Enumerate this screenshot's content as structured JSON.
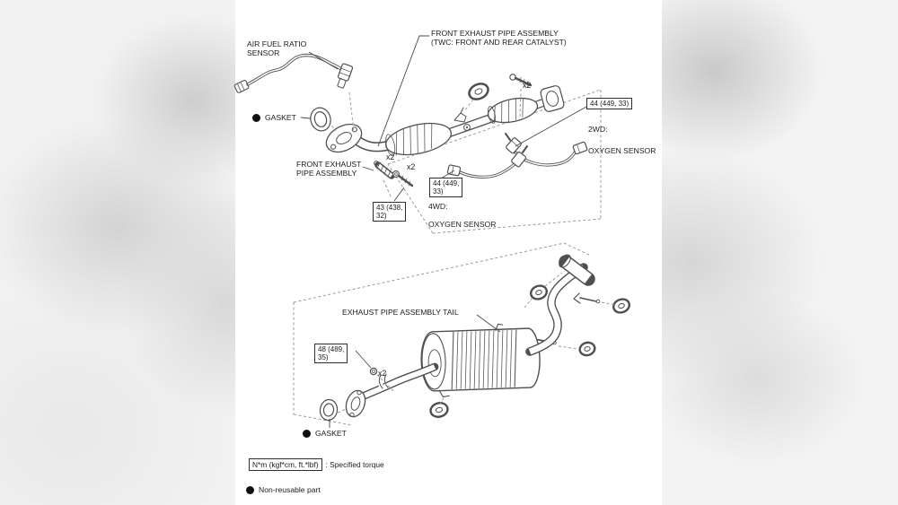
{
  "diagram": {
    "upper_section": {
      "air_fuel_ratio_sensor": {
        "line1": "AIR FUEL RATIO",
        "line2": "SENSOR"
      },
      "front_exhaust_pipe_assembly_main": {
        "line1": "FRONT EXHAUST PIPE ASSEMBLY",
        "line2": "(TWC: FRONT AND REAR CATALYST)"
      },
      "gasket": "GASKET",
      "front_exhaust_pipe_assembly_fasteners": {
        "line1": "FRONT EXHAUST",
        "line2": "PIPE ASSEMBLY"
      },
      "qty_bolt_top": "x2",
      "qty_spring": "x2",
      "qty_bolt": "x2",
      "torque_oxygen_2wd": "44 (449, 33)",
      "torque_oxygen_4wd": {
        "line1": "44 (449,",
        "line2": "33)"
      },
      "torque_bolt": {
        "line1": "43 (438,",
        "line2": "32)"
      },
      "variant_2wd": "2WD:",
      "oxygen_sensor_2wd": "OXYGEN SENSOR",
      "variant_4wd": "4WD:",
      "oxygen_sensor_4wd": "OXYGEN SENSOR"
    },
    "lower_section": {
      "exhaust_pipe_assembly_tail": "EXHAUST PIPE ASSEMBLY TAIL",
      "torque_flange": {
        "line1": "48 (489,",
        "line2": "35)"
      },
      "qty_nut": "x2",
      "gasket": "GASKET"
    },
    "legend": {
      "torque_box": "N*m (kgf*cm, ft.*lbf)",
      "torque_desc": ": Specified torque",
      "non_reusable": "Non-reusable part"
    }
  },
  "colors": {
    "line": "#4f4f4f",
    "dash": "#9a9a9a",
    "text": "#1c1c1c",
    "page": "#ffffff"
  }
}
